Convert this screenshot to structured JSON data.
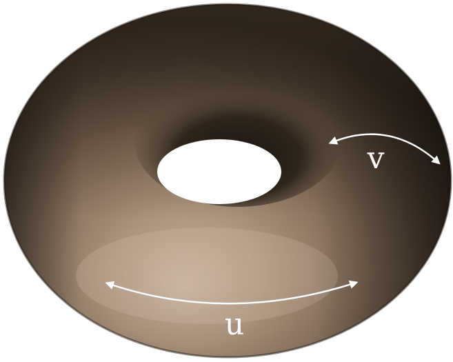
{
  "labels": {
    "u": "u",
    "v": "v"
  },
  "colors": {
    "background": "#ffffff",
    "surface_light": "#cdb7a1",
    "surface_mid": "#8a7460",
    "surface_dark": "#2b2219",
    "arrow": "#ffffff"
  },
  "icons": {
    "u_arrow": "curved-double-arrow",
    "v_arrow": "curved-double-arrow"
  }
}
